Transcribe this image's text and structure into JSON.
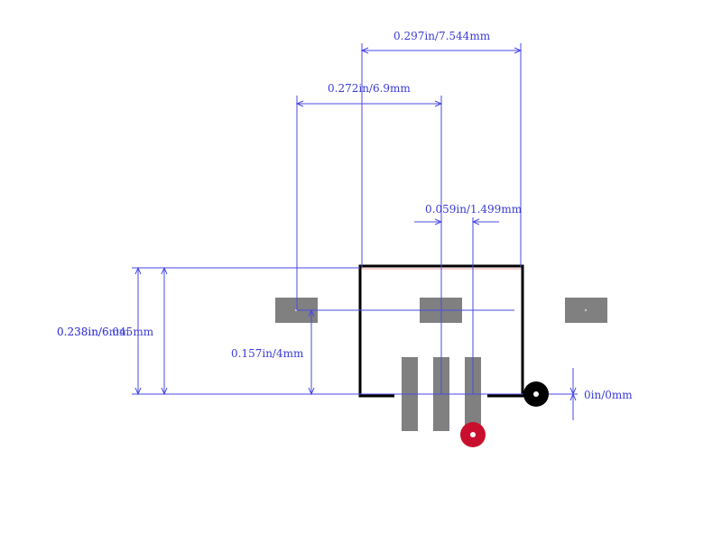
{
  "dimensions": {
    "top_width": "0.297in/7.544mm",
    "pad_span": "0.272in/6.9mm",
    "pin_pitch": "0.059in/1.499mm",
    "left_height_a": "0.238in/6.045mm",
    "left_height_b": "0.238in/6mm",
    "pad_offset": "0.157in/4mm",
    "origin_offset": "0in/0mm"
  },
  "colors": {
    "dimension": "#4a4ae6",
    "pad": "#808080",
    "outline": "#000000",
    "pin1_marker": "#c8102e",
    "origin_marker": "#000000",
    "center_line": "#e8a0a0"
  },
  "markers": {
    "pin1": "pin-1-marker",
    "origin": "origin-marker"
  }
}
